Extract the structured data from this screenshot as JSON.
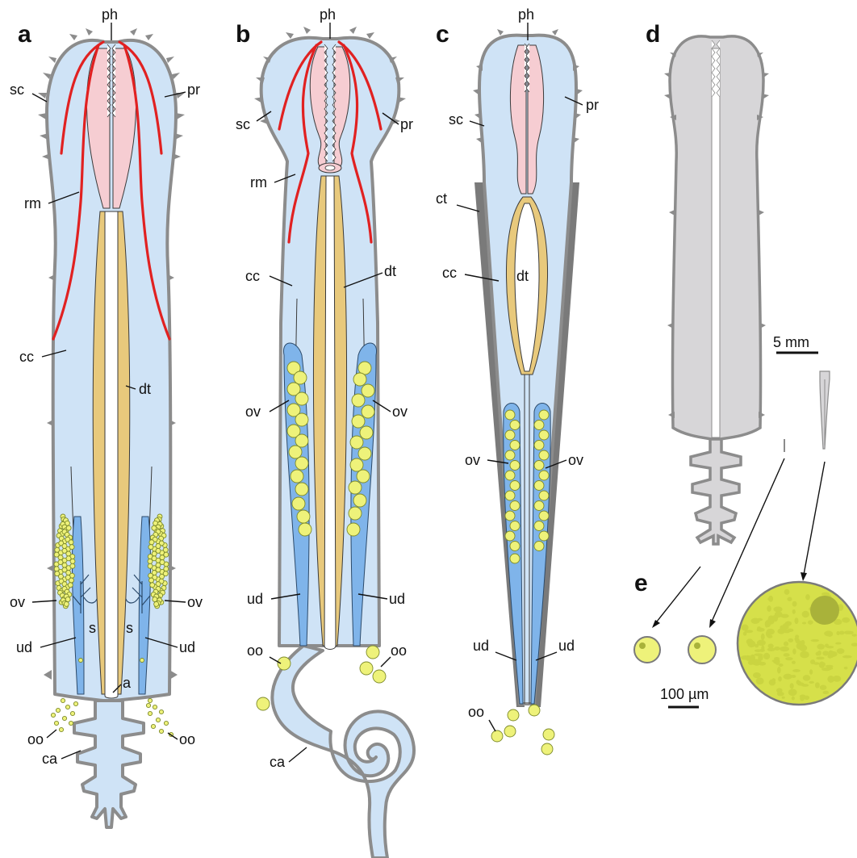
{
  "panels": {
    "a": "a",
    "b": "b",
    "c": "c",
    "d": "d",
    "e": "e"
  },
  "labels": {
    "a": {
      "ph": "ph",
      "sc": "sc",
      "pr": "pr",
      "rm": "rm",
      "cc": "cc",
      "dt": "dt",
      "ov_left": "ov",
      "ov_right": "ov",
      "s_left": "s",
      "s_right": "s",
      "ud_left": "ud",
      "ud_right": "ud",
      "a": "a",
      "oo_left": "oo",
      "oo_right": "oo",
      "ca": "ca"
    },
    "b": {
      "ph": "ph",
      "sc": "sc",
      "pr": "pr",
      "rm": "rm",
      "cc": "cc",
      "dt": "dt",
      "ov_left": "ov",
      "ov_right": "ov",
      "ud_left": "ud",
      "ud_right": "ud",
      "oo_left": "oo",
      "oo_right": "oo",
      "ca": "ca"
    },
    "c": {
      "ph": "ph",
      "pr": "pr",
      "sc": "sc",
      "ct": "ct",
      "cc": "cc",
      "dt": "dt",
      "ov_left": "ov",
      "ov_right": "ov",
      "ud_left": "ud",
      "ud_right": "ud",
      "oo": "oo"
    }
  },
  "scales": {
    "d": "5 mm",
    "e": "100 µm"
  },
  "colors": {
    "body": "#cfe3f6",
    "wall": "#8c8c8c",
    "pharynx": "#f6cdd2",
    "retractor": "#e12121",
    "digestive_tract": "#e8c97c",
    "ovary": "#7fb4ea",
    "egg": "#eef27a",
    "silhouette": "#d7d6d8"
  }
}
